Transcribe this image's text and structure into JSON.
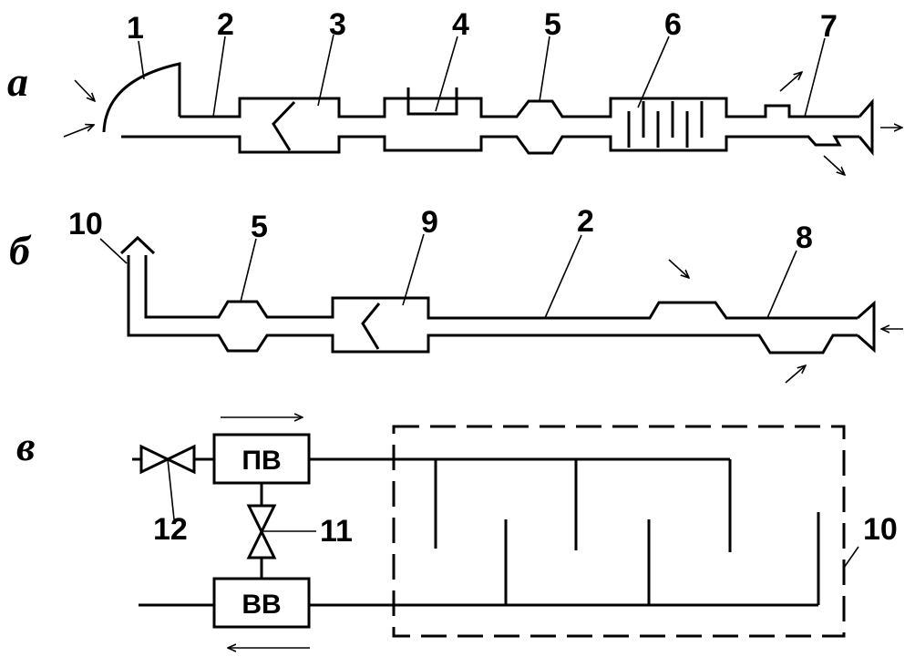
{
  "rows": {
    "a": "а",
    "b": "б",
    "v": "в"
  },
  "labels": {
    "n1": "1",
    "n2": "2",
    "n3": "3",
    "n4": "4",
    "n5": "5",
    "n6": "6",
    "n7": "7",
    "b10": "10",
    "b5": "5",
    "b9": "9",
    "b2": "2",
    "b8": "8",
    "v12": "12",
    "v11": "11",
    "v10": "10"
  },
  "boxes": {
    "supply": "ПВ",
    "exhaust": "ВВ"
  }
}
